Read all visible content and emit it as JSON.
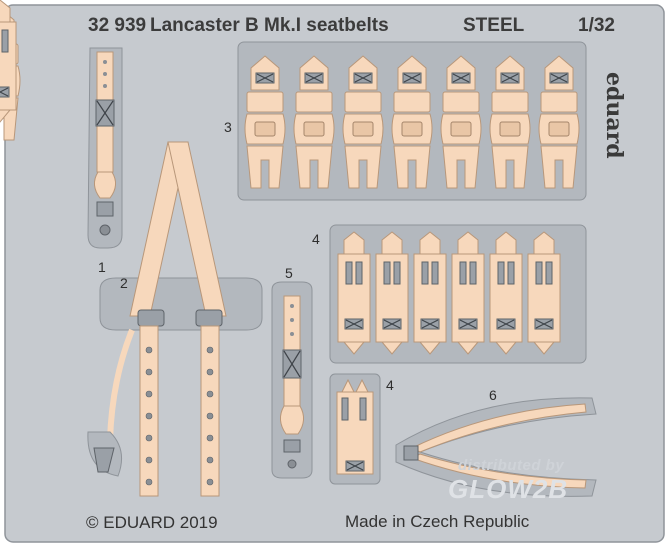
{
  "header": {
    "code": "32 939",
    "name": "Lancaster B Mk.I seatbelts",
    "material": "STEEL",
    "scale": "1/32"
  },
  "brand": "eduard",
  "part_numbers": [
    "1",
    "2",
    "3",
    "4",
    "4",
    "5",
    "6"
  ],
  "footer": {
    "copyright": "© EDUARD 2019",
    "origin": "Made in Czech Republic"
  },
  "watermark": {
    "line1": "distributed by",
    "line2": "GLOW2B"
  },
  "colors": {
    "fret_gray": "#c6cacf",
    "fret_edge": "#8f949a",
    "belt_beige": "#f7d8bc",
    "belt_edge": "#b8977a",
    "hardware_gray": "#9aa0a7"
  }
}
